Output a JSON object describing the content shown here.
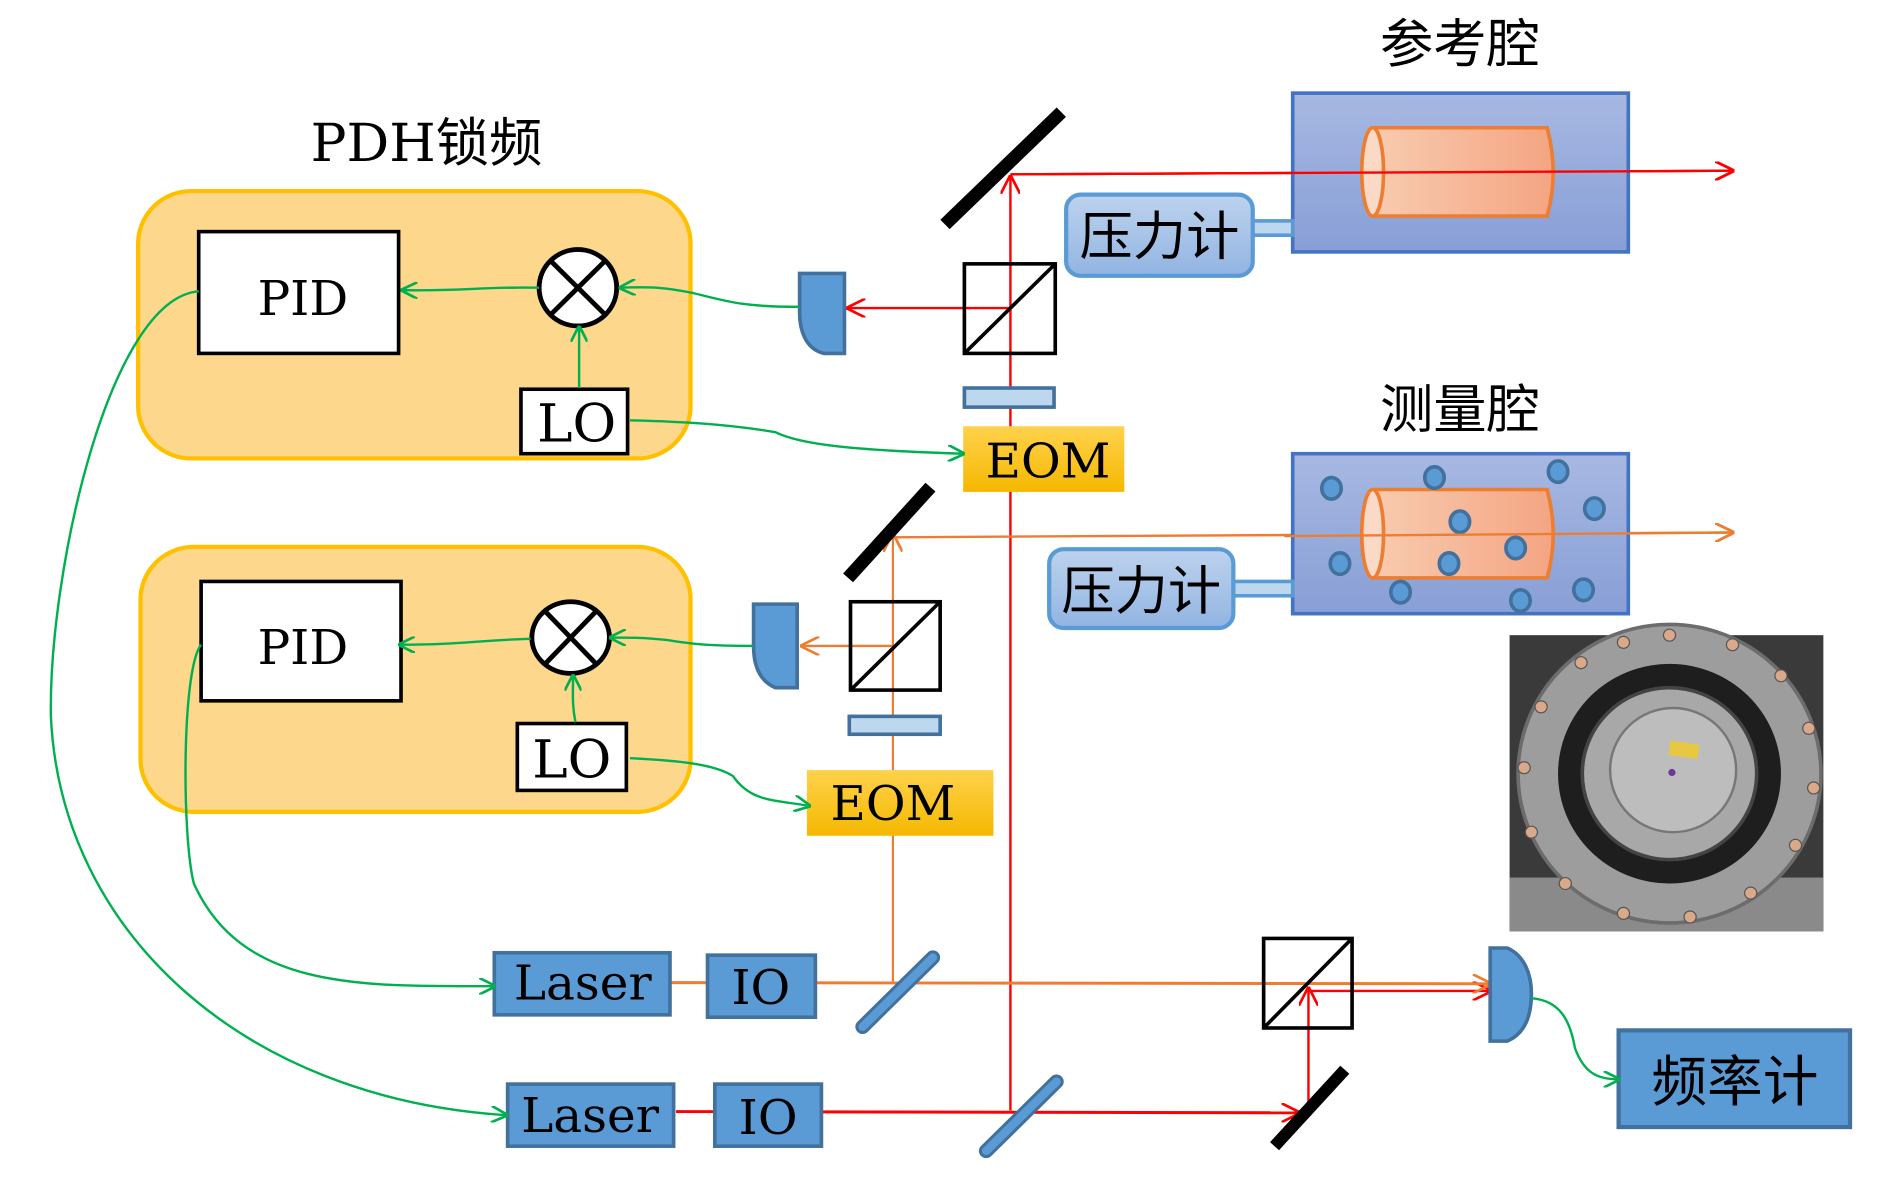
{
  "diagram": {
    "title_pdh": "PDH锁频",
    "title_reference_cavity": "参考腔",
    "title_measurement_cavity": "测量腔",
    "pdh_units": [
      {
        "pid_label": "PID",
        "lo_label": "LO",
        "mixer_symbol": "⊗"
      },
      {
        "pid_label": "PID",
        "lo_label": "LO",
        "mixer_symbol": "⊗"
      }
    ],
    "eom_labels": [
      "EOM",
      "EOM"
    ],
    "pressure_gauge_labels": [
      "压力计",
      "压力计"
    ],
    "lasers": [
      {
        "laser_label": "Laser",
        "isolator_label": "IO",
        "beam_color": "#ED7D31"
      },
      {
        "laser_label": "Laser",
        "isolator_label": "IO",
        "beam_color": "#FF0000"
      }
    ],
    "frequency_counter_label": "频率计",
    "photo_caption": "",
    "colors": {
      "pdh_box_fill": "#FDD78C",
      "pdh_box_border": "#FFC000",
      "eom_fill": "#FFC000",
      "component_blue": "#5B9BD5",
      "component_blue_border": "#41719C",
      "cavity_box_fill": "#95A9DB",
      "cavity_box_border": "#4472C4",
      "cavity_tube_fill": "#F4B183",
      "cavity_tube_border": "#ED7D31",
      "gauge_fill": "#A9C6EA",
      "signal_green": "#00B050",
      "beam_red": "#FF0000",
      "beam_orange": "#ED7D31"
    }
  }
}
